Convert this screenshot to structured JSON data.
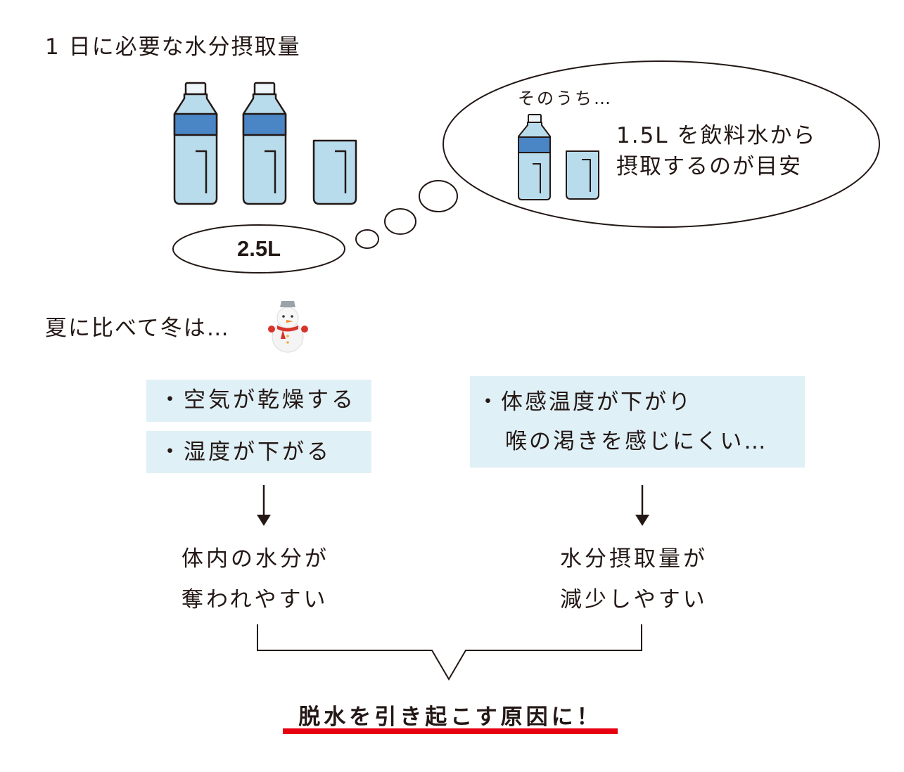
{
  "top": {
    "title": "1 日に必要な水分摂取量",
    "total_amount": "2.5L"
  },
  "thought_bubble": {
    "lead": "そのうち…",
    "line1": "1.5L を飲料水から",
    "line2": "摂取するのが目安"
  },
  "winter": {
    "heading": "夏に比べて冬は…",
    "icon": "snowman-icon"
  },
  "left_branch": {
    "cause1": "・空気が乾燥する",
    "cause2": "・湿度が下がる",
    "result_line1": "体内の水分が",
    "result_line2": "奪われやすい"
  },
  "right_branch": {
    "cause_line1": "・体感温度が下がり",
    "cause_line2": "喉の渇きを感じにくい…",
    "result_line1": "水分摂取量が",
    "result_line2": "減少しやすい"
  },
  "conclusion": {
    "text": "脱水を引き起こす原因に！",
    "underline_color": "#e60012"
  },
  "colors": {
    "bottle_fill": "#b9dced",
    "bottle_label": "#4a86c5",
    "bottle_cap": "#eef6fa",
    "cause_box": "#dff0f6",
    "stroke": "#231815"
  }
}
